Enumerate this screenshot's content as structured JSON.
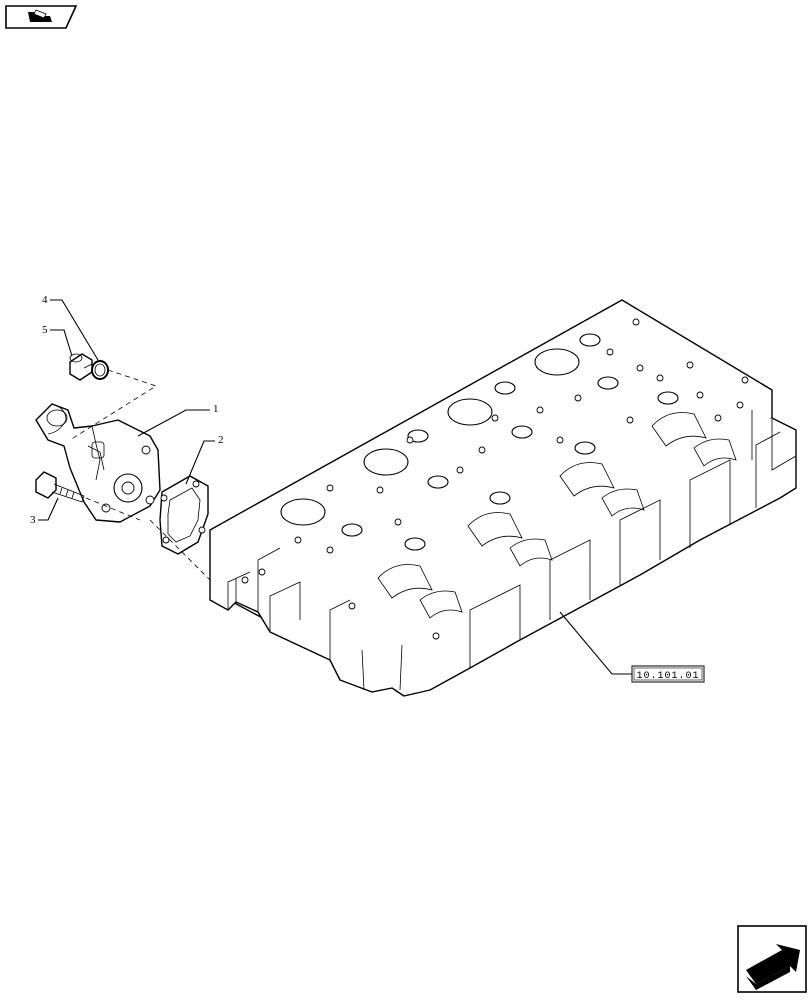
{
  "icons": {
    "top_left": "book-nav-icon",
    "bottom_right": "next-page-arrow-icon"
  },
  "callouts": {
    "c1": "1",
    "c2": "2",
    "c3": "3",
    "c4": "4",
    "c5": "5"
  },
  "reference": {
    "code": "10.101.01"
  }
}
